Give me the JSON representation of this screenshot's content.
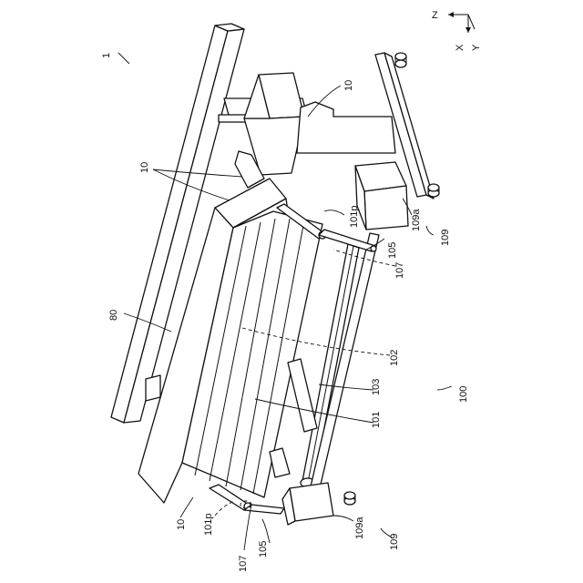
{
  "axes": {
    "z": "Z",
    "x": "X",
    "y": "Y"
  },
  "labels": {
    "l_1": "1",
    "l_10_top": "10",
    "l_10_left": "10",
    "l_10_bottom": "10",
    "l_80": "80",
    "l_101p_top": "101p",
    "l_101p_bottom": "101p",
    "l_105_top": "105",
    "l_105_bottom": "105",
    "l_107_top": "107",
    "l_107_bottom": "107",
    "l_109a_top": "109a",
    "l_109a_bottom": "109a",
    "l_109_top": "109",
    "l_109_bottom": "109",
    "l_102": "102",
    "l_103": "103",
    "l_101": "101",
    "l_100": "100"
  }
}
